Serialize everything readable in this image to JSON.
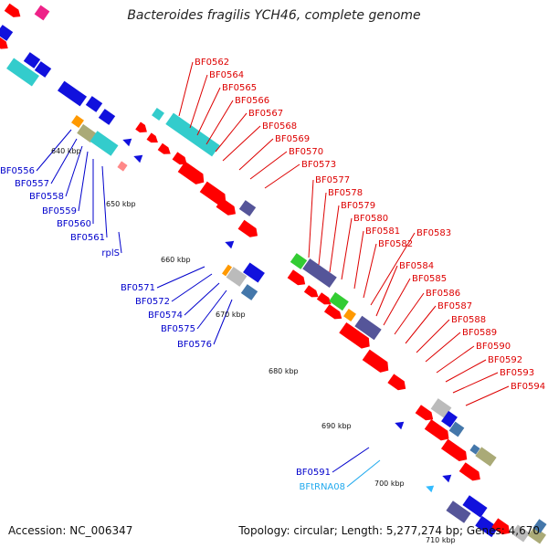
{
  "title": "Bacteroides fragilis YCH46, complete genome",
  "footer": {
    "accession": "Accession: NC_006347",
    "topology": "Topology: circular; Length: 5,277,274 bp; Genes: 4,670"
  },
  "ticks": [
    "640 kbp",
    "650 kbp",
    "660 kbp",
    "670 kbp",
    "680 kbp",
    "690 kbp",
    "700 kbp",
    "710 kbp"
  ],
  "genes_forward": [
    "BF0562",
    "BF0564",
    "BF0565",
    "BF0566",
    "BF0567",
    "BF0568",
    "BF0569",
    "BF0570",
    "BF0573",
    "BF0577",
    "BF0578",
    "BF0579",
    "BF0580",
    "BF0581",
    "BF0582",
    "BF0583",
    "BF0584",
    "BF0585",
    "BF0586",
    "BF0587",
    "BF0588",
    "BF0589",
    "BF0590",
    "BF0592",
    "BF0593",
    "BF0594"
  ],
  "genes_reverse": [
    "BF0556",
    "BF0557",
    "BF0558",
    "BF0559",
    "BF0560",
    "BF0561",
    "rplS",
    "BF0571",
    "BF0572",
    "BF0574",
    "BF0575",
    "BF0576",
    "BF0591"
  ],
  "rna_genes": [
    "BFtRNA08"
  ],
  "colors": {
    "forward_label": "#dd0000",
    "reverse_label": "#0000cc",
    "rna_label": "#22aaee",
    "backbone": "#888888",
    "gc_dots": "#228822",
    "red_gene": "#ff0000",
    "cyan_gene": "#33cccc",
    "blue_gene": "#1111dd",
    "purple_gene": "#555599",
    "green_gene": "#33cc33",
    "orange_gene": "#ff9900",
    "grey_gene": "#bbbbbb",
    "steel_gene": "#4477aa",
    "khaki_gene": "#aaaa77",
    "magenta_gene": "#ee2288"
  }
}
